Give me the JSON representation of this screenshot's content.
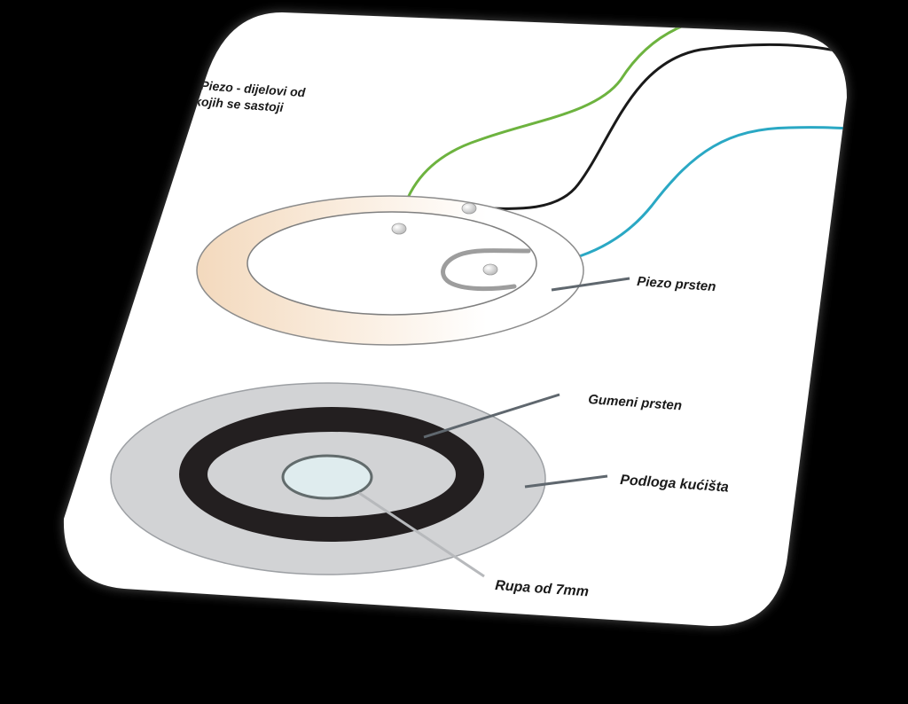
{
  "title_line1": "Piezo - dijelovi od",
  "title_line2": "kojih se sastoji",
  "labels": {
    "piezo_ring": "Piezo prsten",
    "rubber_ring": "Gumeni prsten",
    "housing_base": "Podloga kućišta",
    "hole": "Rupa od 7mm"
  },
  "colors": {
    "card": "#ffffff",
    "background": "#000000",
    "wire_green": "#6db33f",
    "wire_black": "#1a1a1a",
    "wire_blue": "#2aa8c4",
    "piezo_ring_fill": "#f6dfc6",
    "rubber_ring": "#231f20",
    "housing_base": "#d2d3d5",
    "hole_fill": "#dfecee",
    "leader_line": "#5f676e"
  }
}
